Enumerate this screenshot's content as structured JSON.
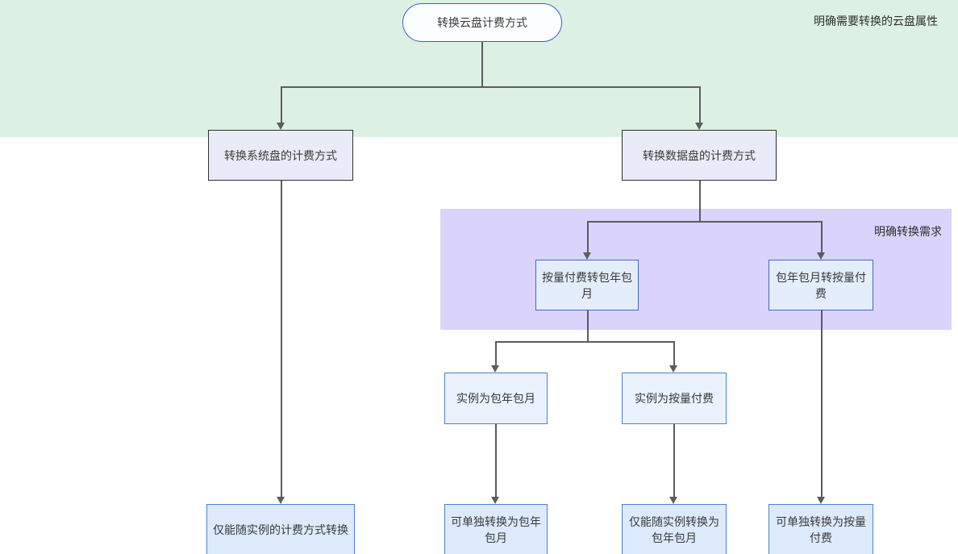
{
  "diagram": {
    "root": {
      "label": "转换云盘计费方式"
    },
    "bands": [
      {
        "label": "明确需要转换的云盘属性",
        "color": "#ddf0e4"
      },
      {
        "label": "明确转换需求",
        "color": "#dad3fb"
      }
    ],
    "nodes": {
      "system_disk": {
        "label": "转换系统盘的计费方式"
      },
      "data_disk": {
        "label": "转换数据盘的计费方式"
      },
      "payg_to_subscription": {
        "label": "按量付费转包年包月"
      },
      "subscription_to_payg": {
        "label": "包年包月转按量付费"
      },
      "instance_subscription": {
        "label": "实例为包年包月"
      },
      "instance_payg": {
        "label": "实例为按量付费"
      },
      "system_disk_result": {
        "label": "仅能随实例的计费方式转换"
      },
      "instance_subscription_result": {
        "label": "可单独转换为包年包月"
      },
      "instance_payg_result": {
        "label": "仅能随实例转换为包年包月"
      },
      "subscription_to_payg_result": {
        "label": "可单独转换为按量付费"
      }
    },
    "edges": [
      {
        "from": "root",
        "to": "system_disk"
      },
      {
        "from": "root",
        "to": "data_disk"
      },
      {
        "from": "data_disk",
        "to": "payg_to_subscription"
      },
      {
        "from": "data_disk",
        "to": "subscription_to_payg"
      },
      {
        "from": "payg_to_subscription",
        "to": "instance_subscription"
      },
      {
        "from": "payg_to_subscription",
        "to": "instance_payg"
      },
      {
        "from": "system_disk",
        "to": "system_disk_result"
      },
      {
        "from": "instance_subscription",
        "to": "instance_subscription_result"
      },
      {
        "from": "instance_payg",
        "to": "instance_payg_result"
      },
      {
        "from": "subscription_to_payg",
        "to": "subscription_to_payg_result"
      }
    ],
    "colors": {
      "root_border": "#3a5ecf",
      "attribute_node_border": "#2f2f2f",
      "attribute_node_fill": "#e9ecf8",
      "decision_node_border": "#3f6cc4",
      "decision_node_fill": "#e4edfb",
      "result_node_fill": "#dceafc",
      "connector": "#5c5c5c",
      "text": "#3a3a3a"
    }
  }
}
